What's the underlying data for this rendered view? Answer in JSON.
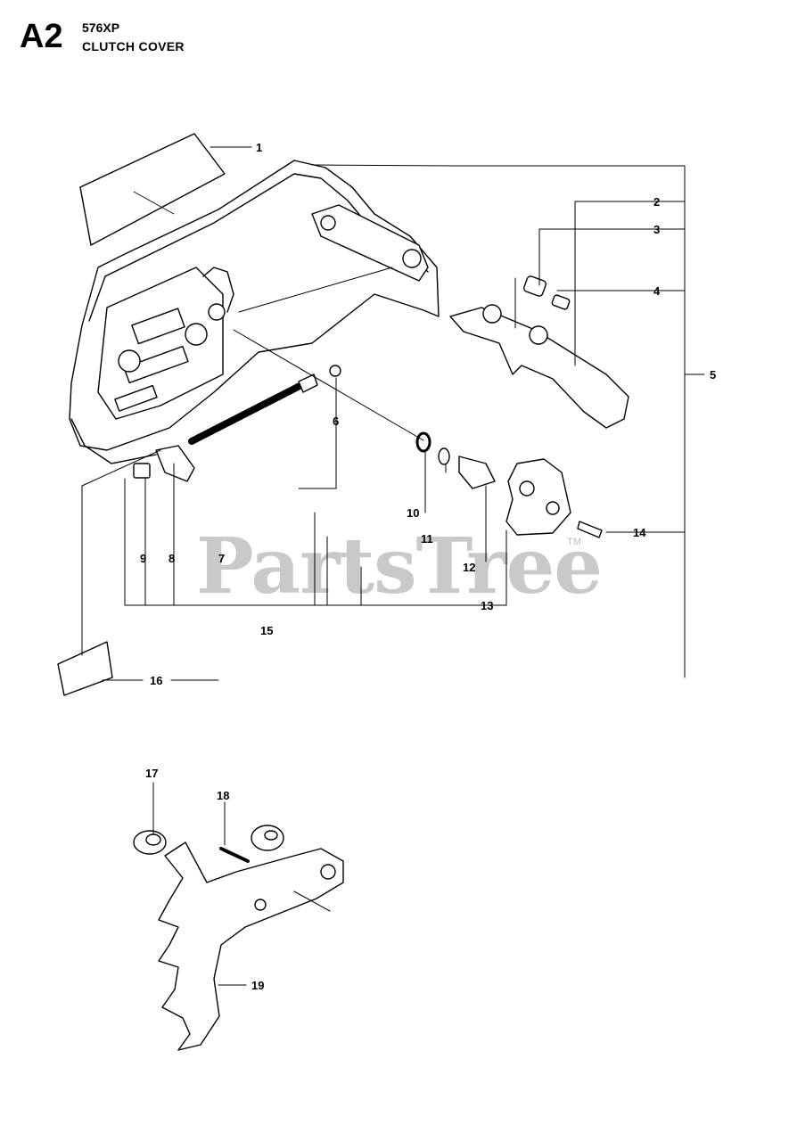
{
  "header": {
    "section_code": "A2",
    "model": "576XP",
    "title": "CLUTCH COVER"
  },
  "watermark": {
    "text": "PartsTree",
    "trademark": "TM"
  },
  "callouts": [
    "1",
    "2",
    "3",
    "4",
    "5",
    "6",
    "7",
    "8",
    "9",
    "10",
    "11",
    "12",
    "13",
    "14",
    "15",
    "16",
    "17",
    "18",
    "19"
  ]
}
